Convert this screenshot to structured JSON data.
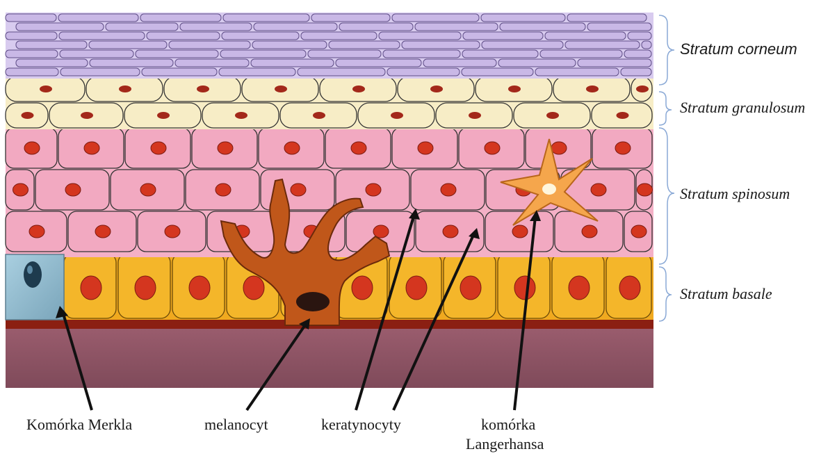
{
  "layers": {
    "corneum": "Stratum corneum",
    "granulosum": "Stratum granulosum",
    "spinosum": "Stratum spinosum",
    "basale": "Stratum basale"
  },
  "cells": {
    "merkel": "Komórka Merkla",
    "melanocyte": "melanocyt",
    "keratinocytes": "keratynocyty",
    "langerhans_line1": "komórka",
    "langerhans_line2": "Langerhansa"
  },
  "colors": {
    "corneum": "#c9b8e6",
    "granulosum": "#f7edc6",
    "spinosum": "#f2a9c1",
    "basale": "#f4b62a",
    "nucleus": "#d4361f",
    "melanocyte": "#c0571a",
    "langerhans": "#f5a64c",
    "merkel": "#8fb6c9",
    "dermis": "#8e5566",
    "basement": "#8b1f12"
  }
}
